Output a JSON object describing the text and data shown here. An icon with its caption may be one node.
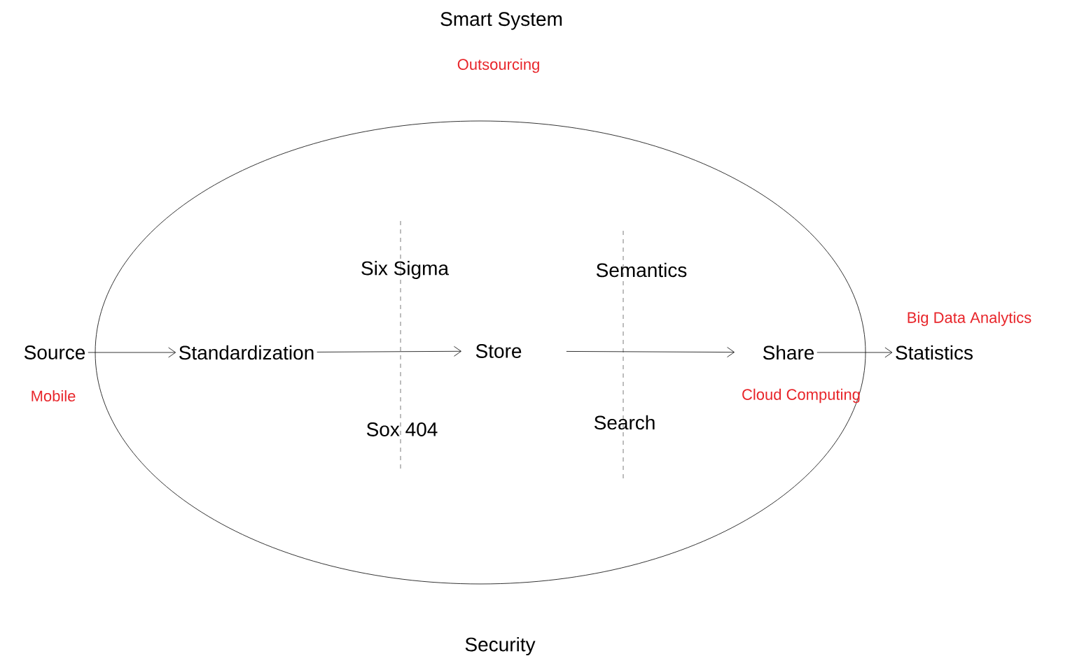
{
  "diagram": {
    "nodes": [
      {
        "text": [],
        "shape": "ellipse"
      },
      {
        "text": [
          "Source"
        ]
      },
      {
        "text": [
          "Standardization"
        ],
        "in": 0
      },
      {
        "text": [
          "Store"
        ],
        "in": 0
      },
      {
        "text": [
          "Share"
        ],
        "in": 0
      },
      {
        "text": [
          "Statistics"
        ]
      }
    ],
    "edges": [
      {
        "from": 1,
        "to": 2,
        "arrow": "to"
      },
      {
        "from": 2,
        "to": 3,
        "arrow": "to"
      },
      {
        "from": 3,
        "to": 4,
        "arrow": "to"
      },
      {
        "from": 4,
        "to": 5,
        "arrow": "to"
      }
    ],
    "labels": [
      "Smart System",
      "Outsourcing",
      "Six Sigma",
      "Semantics",
      "Big Data Analytics",
      "Mobile",
      "Cloud Computing",
      "Sox 404",
      "Search",
      "Security"
    ]
  }
}
